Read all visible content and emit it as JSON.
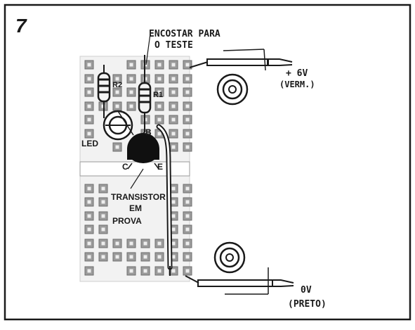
{
  "figure": {
    "number": "7",
    "labels": {
      "touch_line1": "ENCOSTAR  PARA",
      "touch_line2": "O  TESTE",
      "pos_line1": "+ 6V",
      "pos_line2": "(VERM.)",
      "neg_line1": "0V",
      "neg_line2": "(PRETO)",
      "r2": "R2",
      "r1": "R1",
      "led": "LED",
      "base": "B",
      "collector": "C",
      "emitter": "E",
      "transistor_line1": "TRANSISTOR",
      "transistor_line2": "EM",
      "transistor_line3": "PROVA"
    }
  }
}
